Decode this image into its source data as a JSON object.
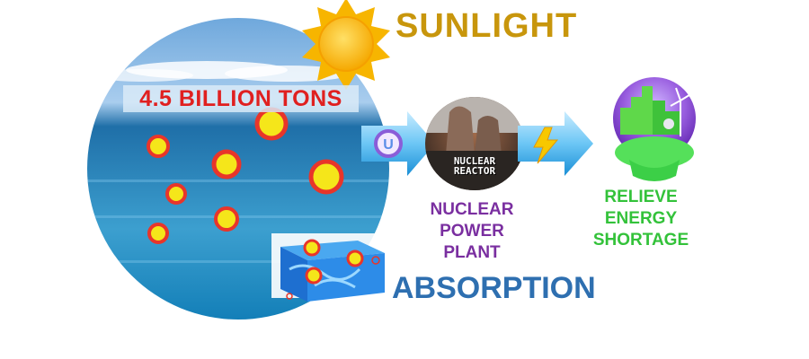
{
  "labels": {
    "sunlight": "SUNLIGHT",
    "tons": "4.5 BILLION TONS",
    "absorption": "ABSORPTION",
    "plant_line1": "NUCLEAR",
    "plant_line2": "POWER PLANT",
    "shortage_line1": "RELIEVE",
    "shortage_line2": "ENERGY",
    "shortage_line3": "SHORTAGE",
    "uranium_symbol": "U",
    "reactor_line1": "NUCLEAR",
    "reactor_line2": "REACTOR"
  },
  "colors": {
    "sunlight": "#c8960c",
    "tons": "#e02020",
    "absorption": "#2e6fb0",
    "plant": "#7a2fa0",
    "shortage": "#33c23a",
    "molecule_core": "#f5e61a",
    "molecule_oxygen": "#e8352a",
    "arrow": "#5cb8ee"
  },
  "icons": [
    "sun-icon",
    "uranium-icon",
    "lightning-icon",
    "green-city-globe-icon",
    "nuclear-reactor-icon",
    "adsorbent-cube-icon"
  ]
}
